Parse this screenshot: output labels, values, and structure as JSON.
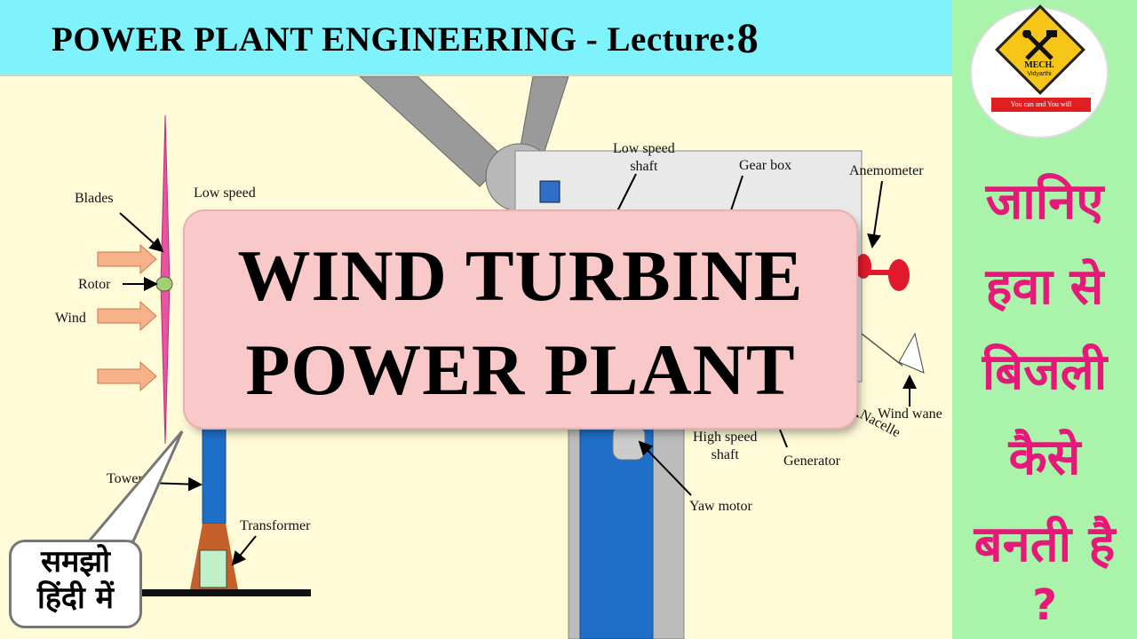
{
  "header": {
    "title": "POWER PLANT ENGINEERING - Lecture:",
    "lecture_number": "8"
  },
  "logo": {
    "line1": "MECH.",
    "line2": "Vidyarthi",
    "tagline": "You can and You will"
  },
  "hindi_text": [
    "जानिए",
    "हवा से",
    "बिजली",
    "कैसे",
    "बनती है",
    "?"
  ],
  "diagram_labels": {
    "blades": "Blades",
    "low_speed_shaft_left": "Low speed",
    "rotor": "Rotor",
    "wind": "Wind",
    "tower": "Tower",
    "transformer": "Transformer",
    "low_speed_shaft_line1": "Low speed",
    "low_speed_shaft_line2": "shaft",
    "gear_box": "Gear box",
    "anemometer": "Anemometer",
    "wind_wane": "Wind wane",
    "nacelle": "Nacelle",
    "high_speed_shaft_line1": "High speed",
    "high_speed_shaft_line2": "shaft",
    "generator": "Generator",
    "yaw_motor": "Yaw motor"
  },
  "title_card": {
    "line1": "WIND TURBINE",
    "line2": "POWER PLANT"
  },
  "speech_bubble": {
    "line1": "समझो",
    "line2": "हिंदी में"
  },
  "colors": {
    "header_bg": "#7ff3fb",
    "sidebar_bg": "#a9f3ab",
    "hindi_text": "#e6197a",
    "card_bg": "#f9c9c9",
    "diagram_bg": "#fffbd8"
  }
}
